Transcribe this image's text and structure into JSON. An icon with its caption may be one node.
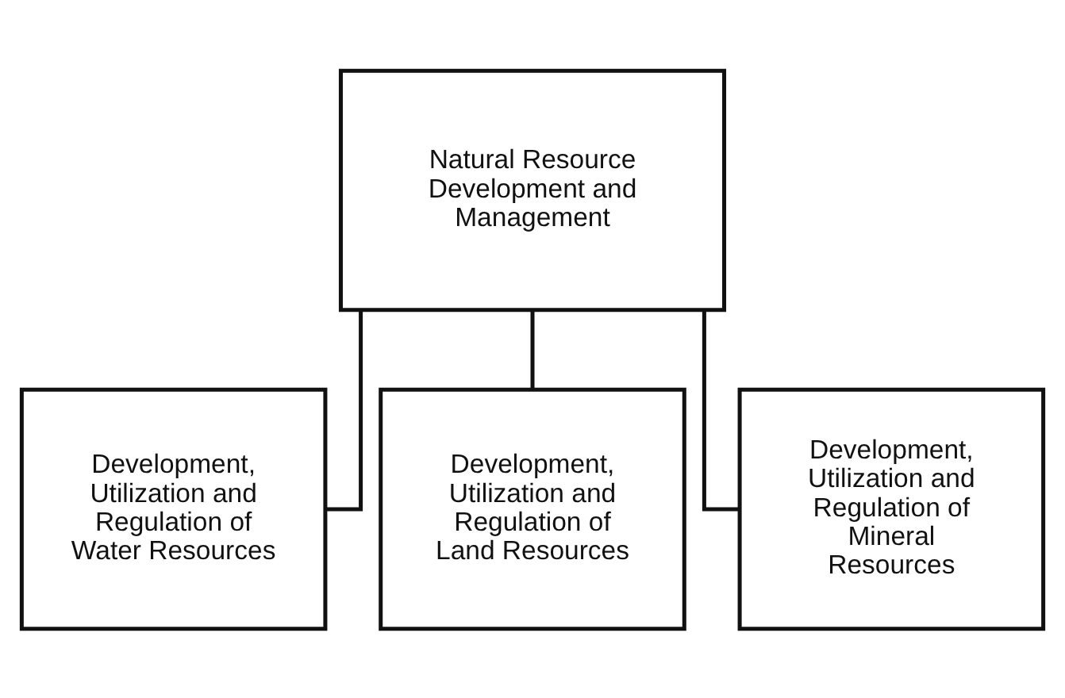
{
  "diagram": {
    "nodes": [
      {
        "text": [
          "Natural Resource Development and Management"
        ]
      },
      {
        "text": [
          "Development, Utilization and Regulation of Water Resources"
        ]
      },
      {
        "text": [
          "Development, Utilization and Regulation of Land Resources"
        ]
      },
      {
        "text": [
          "Development, Utilization and Regulation of Mineral Resources"
        ]
      }
    ],
    "edges": [
      {
        "from": 0,
        "to": 1,
        "arrow": "none"
      },
      {
        "from": 0,
        "to": 2,
        "arrow": "none"
      },
      {
        "from": 0,
        "to": 3,
        "arrow": "none"
      }
    ]
  }
}
